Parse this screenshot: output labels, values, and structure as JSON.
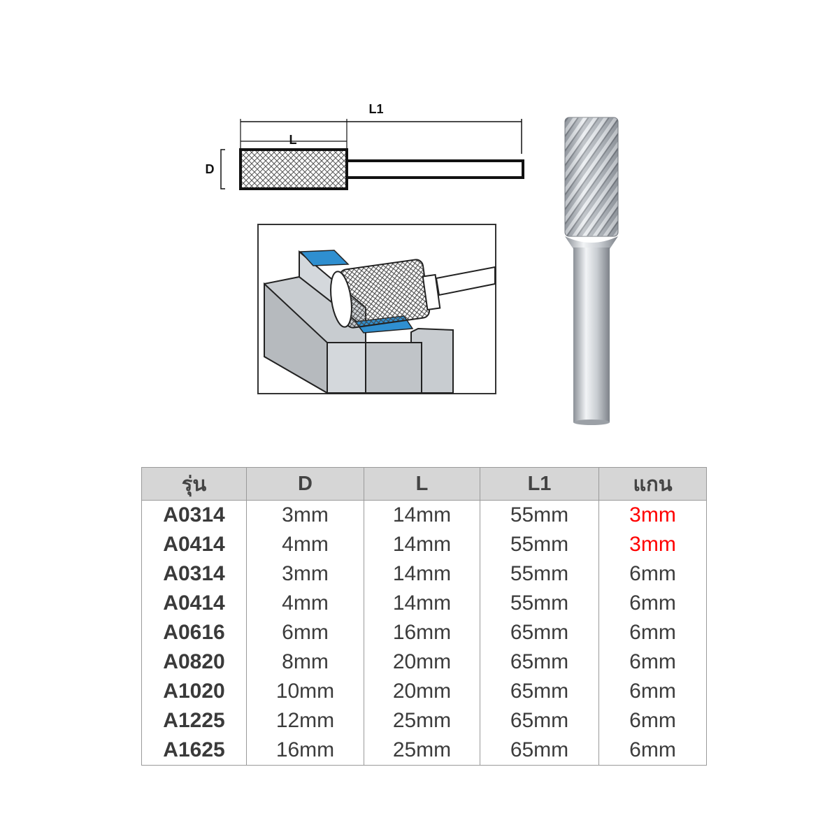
{
  "diagram": {
    "label_L1": "L1",
    "label_L": "L",
    "label_D": "D"
  },
  "table": {
    "headers": [
      "รุ่น",
      "D",
      "L",
      "L1",
      "แกน"
    ],
    "rows": [
      [
        "A0314",
        "3mm",
        "14mm",
        "55mm",
        "3mm"
      ],
      [
        "A0414",
        "4mm",
        "14mm",
        "55mm",
        "3mm"
      ],
      [
        "A0314",
        "3mm",
        "14mm",
        "55mm",
        "6mm"
      ],
      [
        "A0414",
        "4mm",
        "14mm",
        "55mm",
        "6mm"
      ],
      [
        "A0616",
        "6mm",
        "16mm",
        "65mm",
        "6mm"
      ],
      [
        "A0820",
        "8mm",
        "20mm",
        "65mm",
        "6mm"
      ],
      [
        "A1020",
        "10mm",
        "20mm",
        "65mm",
        "6mm"
      ],
      [
        "A1225",
        "12mm",
        "25mm",
        "65mm",
        "6mm"
      ],
      [
        "A1625",
        "16mm",
        "25mm",
        "65mm",
        "6mm"
      ]
    ],
    "highlight_color": "#ff0000"
  },
  "colors": {
    "workpiece_blue": "#2f8fd0",
    "workpiece_gray": "#c8ccd0",
    "table_header_bg": "#d6d6d6"
  }
}
